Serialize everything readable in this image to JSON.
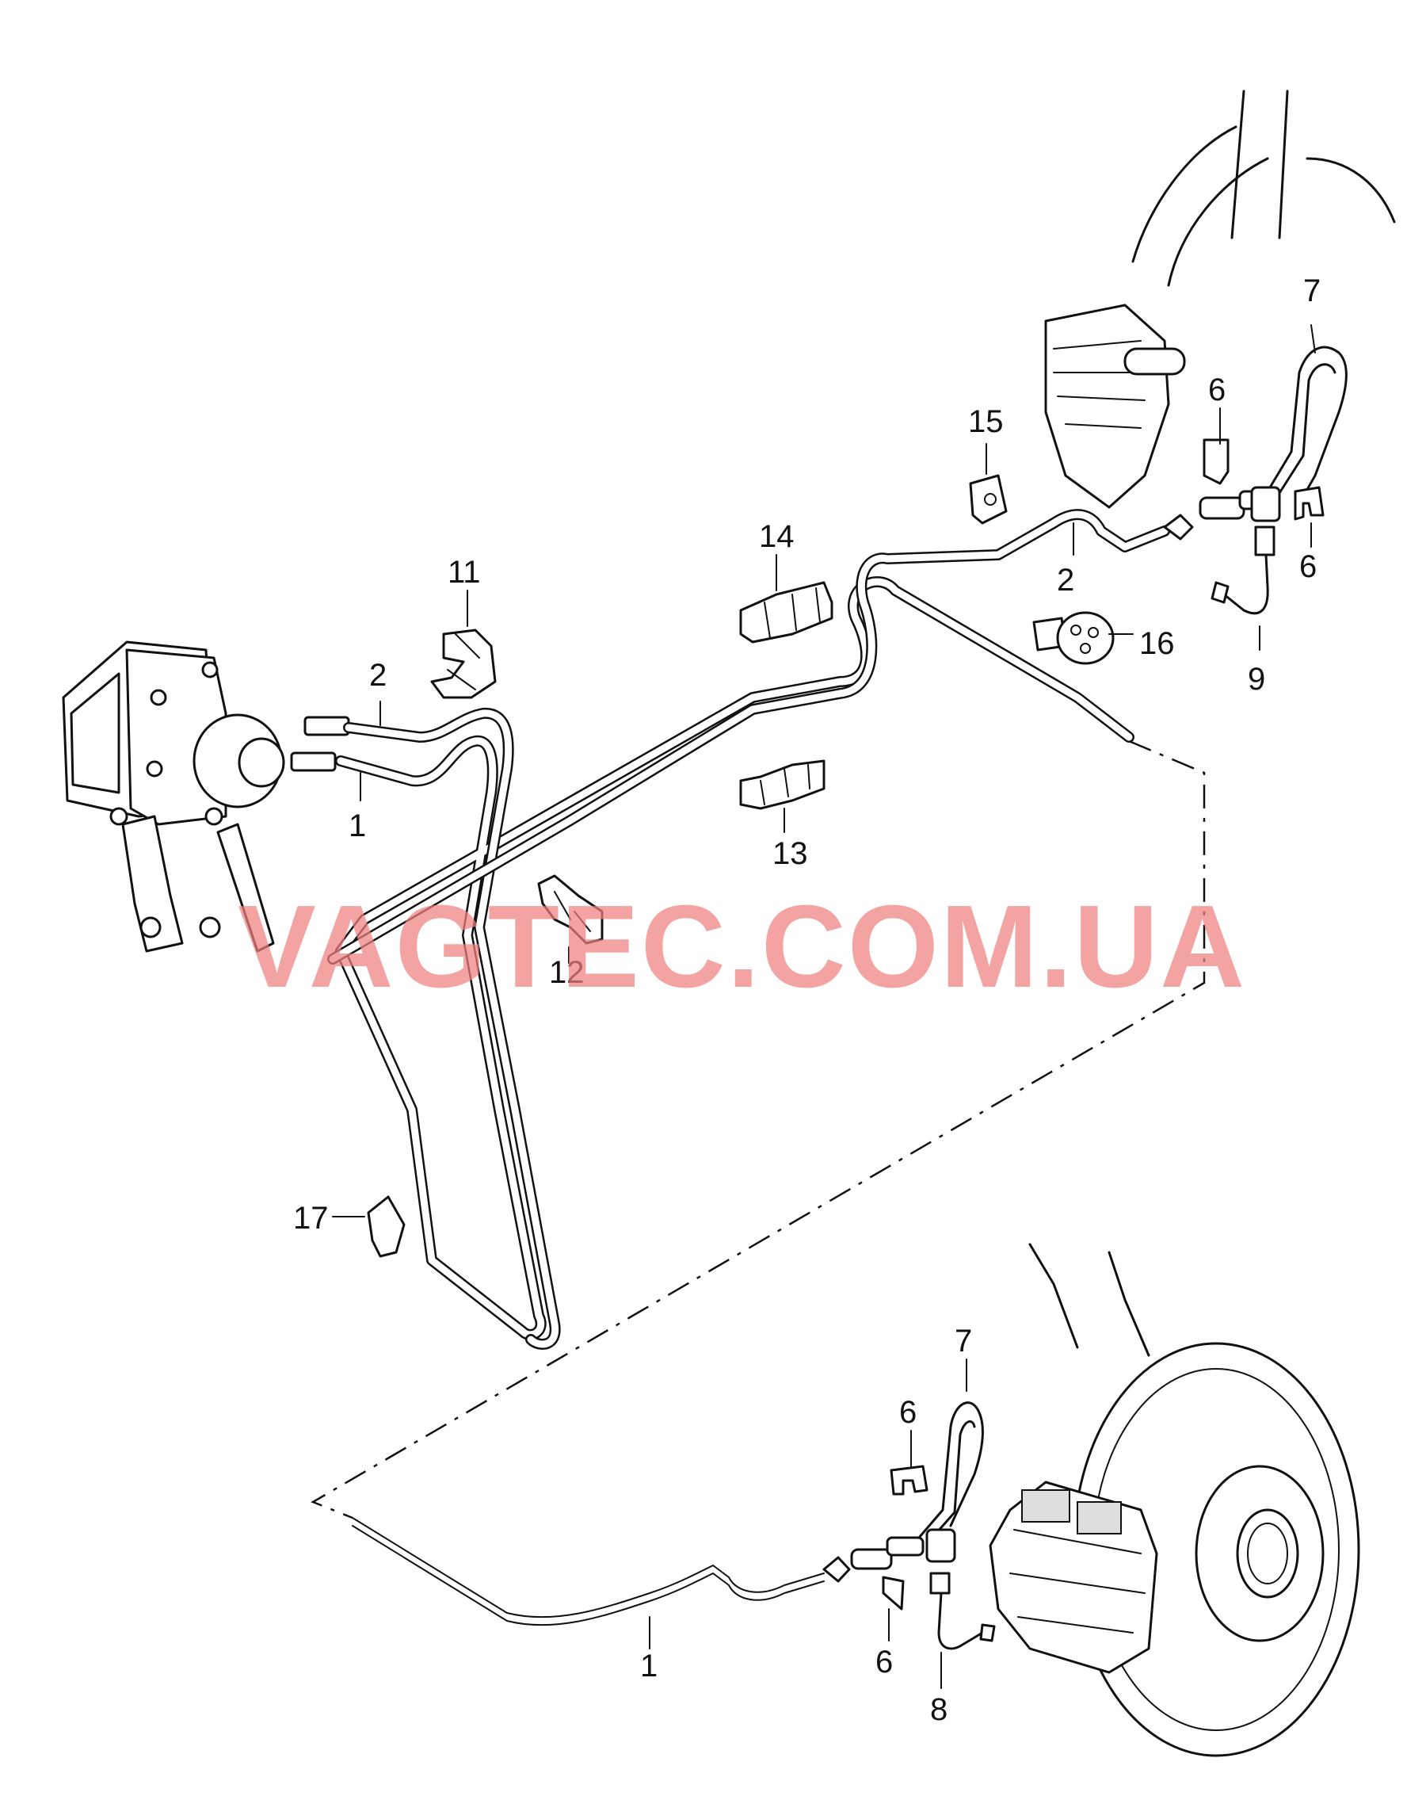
{
  "watermark": "VAGTEC.COM.UA",
  "labels": {
    "l1_top": "1",
    "l1_bottom": "1",
    "l2_left": "2",
    "l2_right": "2",
    "l6_a": "6",
    "l6_b": "6",
    "l6_c": "6",
    "l6_d": "6",
    "l7_top": "7",
    "l7_bottom": "7",
    "l8": "8",
    "l9": "9",
    "l11": "11",
    "l12": "12",
    "l13": "13",
    "l14": "14",
    "l15": "15",
    "l16": "16",
    "l17": "17"
  },
  "colors": {
    "watermark": "#f08080",
    "line": "#111111"
  }
}
